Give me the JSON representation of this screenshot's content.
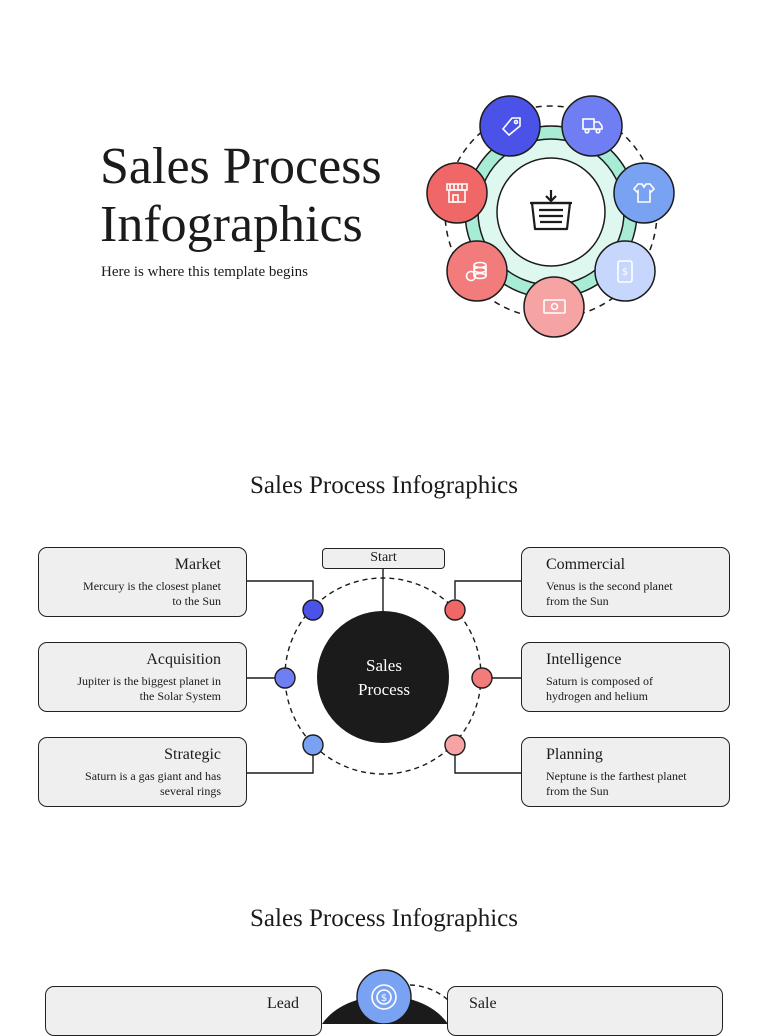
{
  "hero": {
    "title_line1": "Sales Process",
    "title_line2": "Infographics",
    "subtitle": "Here is where this template begins",
    "icons": [
      "price-tag-icon",
      "delivery-truck-icon",
      "shirt-icon",
      "mobile-payment-icon",
      "cash-icon",
      "coins-icon",
      "store-icon"
    ],
    "center_icon": "shopping-basket-icon"
  },
  "section2": {
    "title": "Sales Process Infographics",
    "start_label": "Start",
    "center_line1": "Sales",
    "center_line2": "Process",
    "left_cards": [
      {
        "title": "Market",
        "line1": "Mercury is the closest planet",
        "line2": "to the Sun"
      },
      {
        "title": "Acquisition",
        "line1": "Jupiter is the biggest planet in",
        "line2": "the Solar System"
      },
      {
        "title": "Strategic",
        "line1": "Saturn is a gas giant and has",
        "line2": "several rings"
      }
    ],
    "right_cards": [
      {
        "title": "Commercial",
        "line1": "Venus is the second planet",
        "line2": "from the Sun"
      },
      {
        "title": "Intelligence",
        "line1": "Saturn is composed of",
        "line2": "hydrogen and helium"
      },
      {
        "title": "Planning",
        "line1": "Neptune is the farthest planet",
        "line2": "from the Sun"
      }
    ]
  },
  "section3": {
    "title": "Sales Process Infographics",
    "left_card_title": "Lead",
    "right_card_title": "Sale",
    "top_icon": "dollar-cycle-icon"
  },
  "colors": {
    "blue_dark": "#4b52e8",
    "blue_mid": "#6f7ef2",
    "blue_light": "#7aa2f2",
    "blue_pale": "#c7d6fc",
    "red": "#f06767",
    "red_mid": "#f27b7b",
    "red_light": "#f5a3a3",
    "mint": "#a8ecd6",
    "mint_pale": "#dff8ef",
    "card_bg": "#efefef",
    "black": "#1b1b1b"
  }
}
